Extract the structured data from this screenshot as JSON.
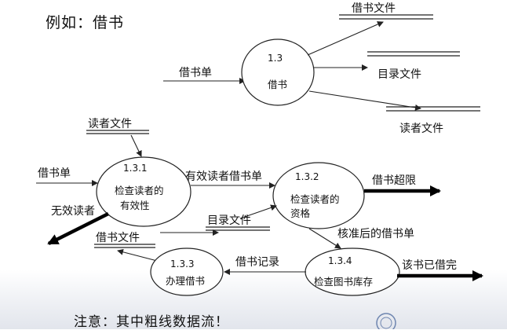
{
  "slide": {
    "title": "例如：借书",
    "note": "注意：其中粗线数据流！"
  },
  "top_diagram": {
    "process": {
      "id": "1.3",
      "name": "借书"
    },
    "input_flow": "借书单",
    "stores": [
      "借书文件",
      "目录文件",
      "读者文件"
    ]
  },
  "detail_diagram": {
    "processes": [
      {
        "id": "1.3.1",
        "name_lines": [
          "检查读者的",
          "有效性"
        ]
      },
      {
        "id": "1.3.2",
        "name_lines": [
          "检查读者的",
          "资格"
        ]
      },
      {
        "id": "1.3.3",
        "name_lines": [
          "办理借书"
        ]
      },
      {
        "id": "1.3.4",
        "name_lines": [
          "检查图书库存"
        ]
      }
    ],
    "stores": {
      "reader_file": "读者文件",
      "catalog_file": "目录文件",
      "borrow_file": "借书文件"
    },
    "flows": {
      "input_borrow_slip": "借书单",
      "valid_reader_slip": "有效读者借书单",
      "over_limit": "借书超限",
      "invalid_reader": "无效读者",
      "approved_slip": "核准后的借书单",
      "borrow_record": "借书记录",
      "book_out": "该书已借完"
    }
  }
}
